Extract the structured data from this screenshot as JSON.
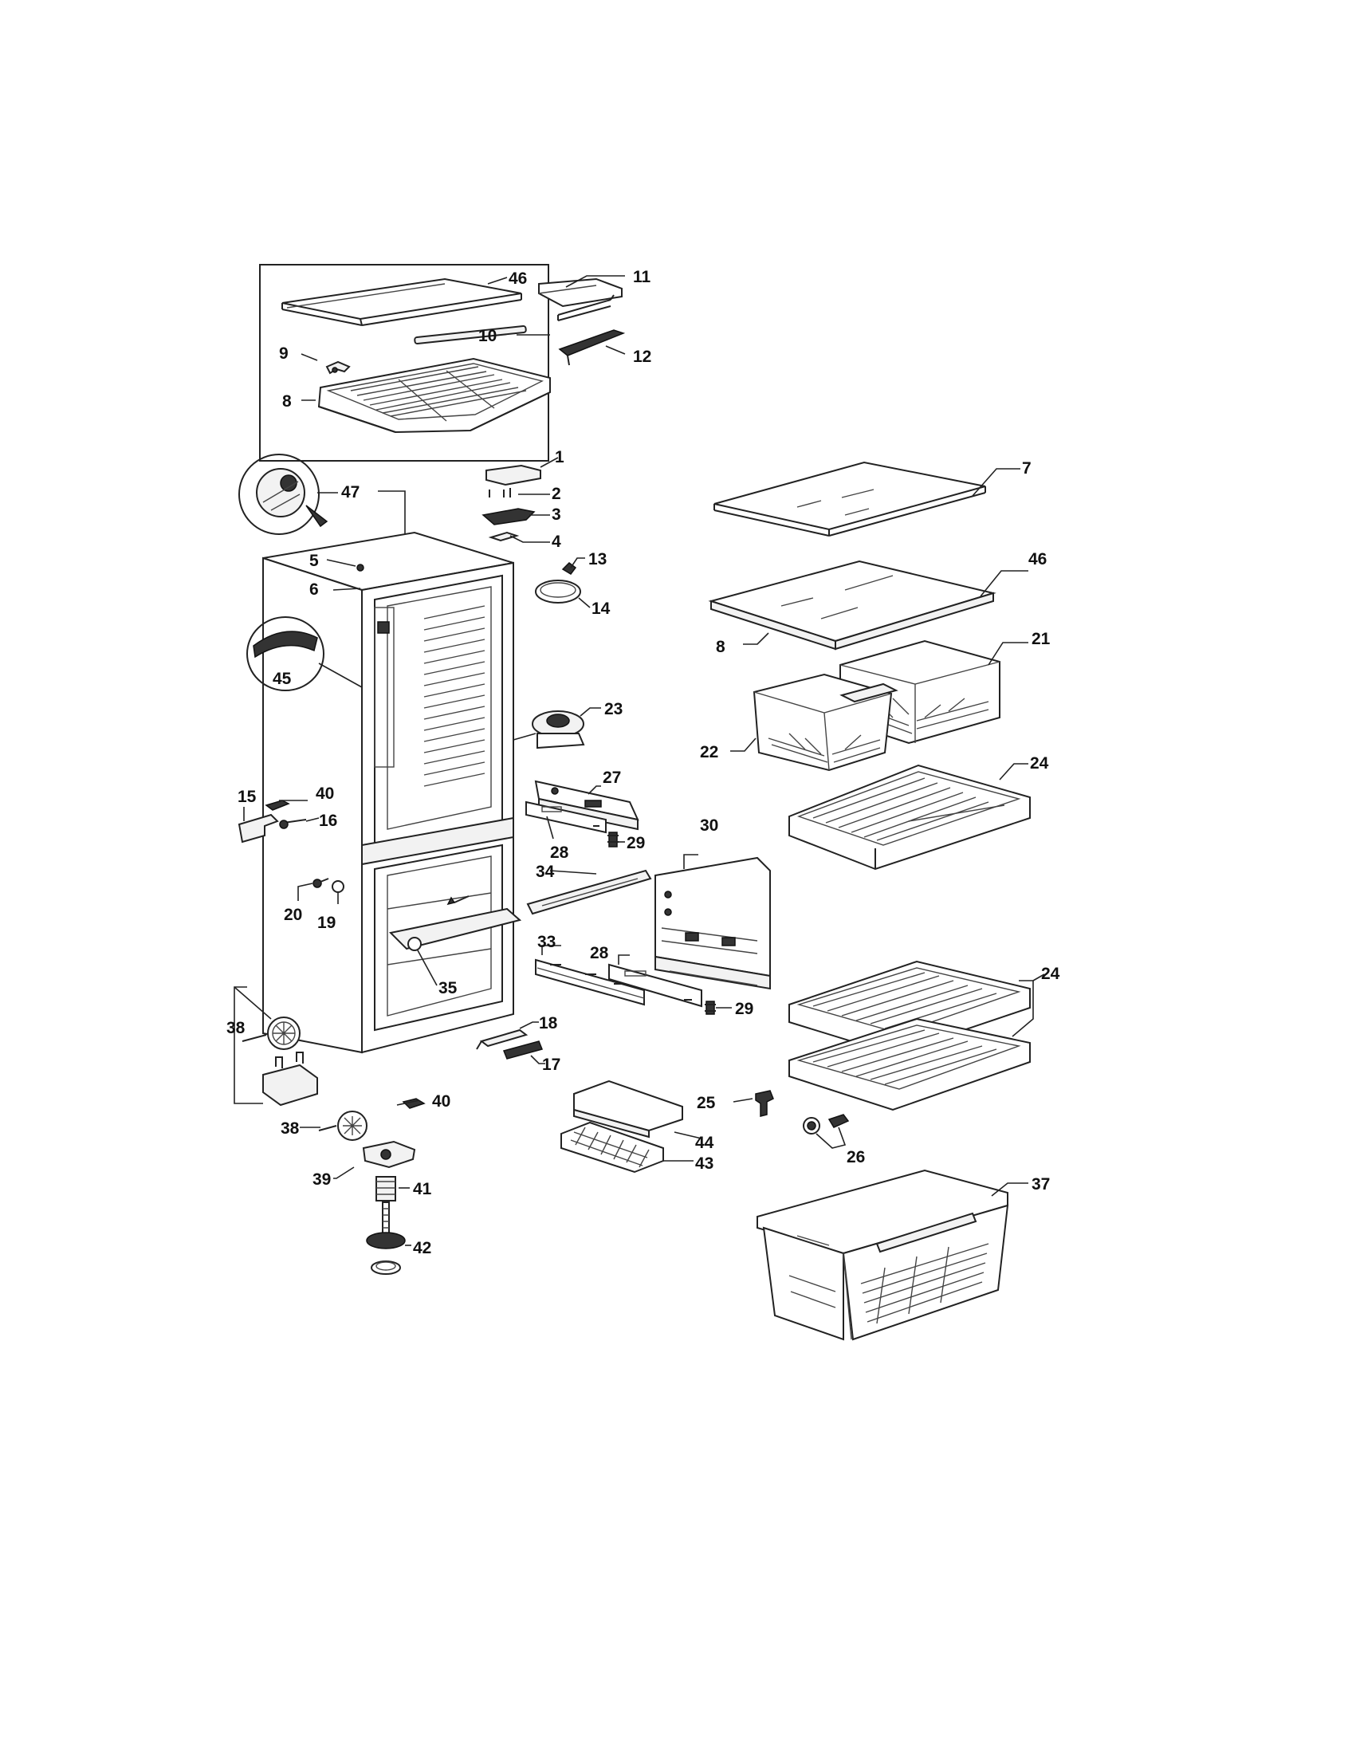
{
  "callouts": {
    "c1": "1",
    "c2": "2",
    "c3": "3",
    "c4": "4",
    "c5": "5",
    "c6": "6",
    "c7": "7",
    "c8a": "8",
    "c8b": "8",
    "c9": "9",
    "c10": "10",
    "c11": "11",
    "c12": "12",
    "c13": "13",
    "c14": "14",
    "c15": "15",
    "c16": "16",
    "c17": "17",
    "c18": "18",
    "c19": "19",
    "c20": "20",
    "c21": "21",
    "c22": "22",
    "c23": "23",
    "c24a": "24",
    "c24b": "24",
    "c25": "25",
    "c26": "26",
    "c27": "27",
    "c28a": "28",
    "c28b": "28",
    "c29a": "29",
    "c29b": "29",
    "c30": "30",
    "c33": "33",
    "c34": "34",
    "c35": "35",
    "c37": "37",
    "c38a": "38",
    "c38b": "38",
    "c39": "39",
    "c40a": "40",
    "c40b": "40",
    "c41": "41",
    "c42": "42",
    "c43": "43",
    "c44": "44",
    "c45": "45",
    "c46a": "46",
    "c46b": "46",
    "c47": "47"
  }
}
